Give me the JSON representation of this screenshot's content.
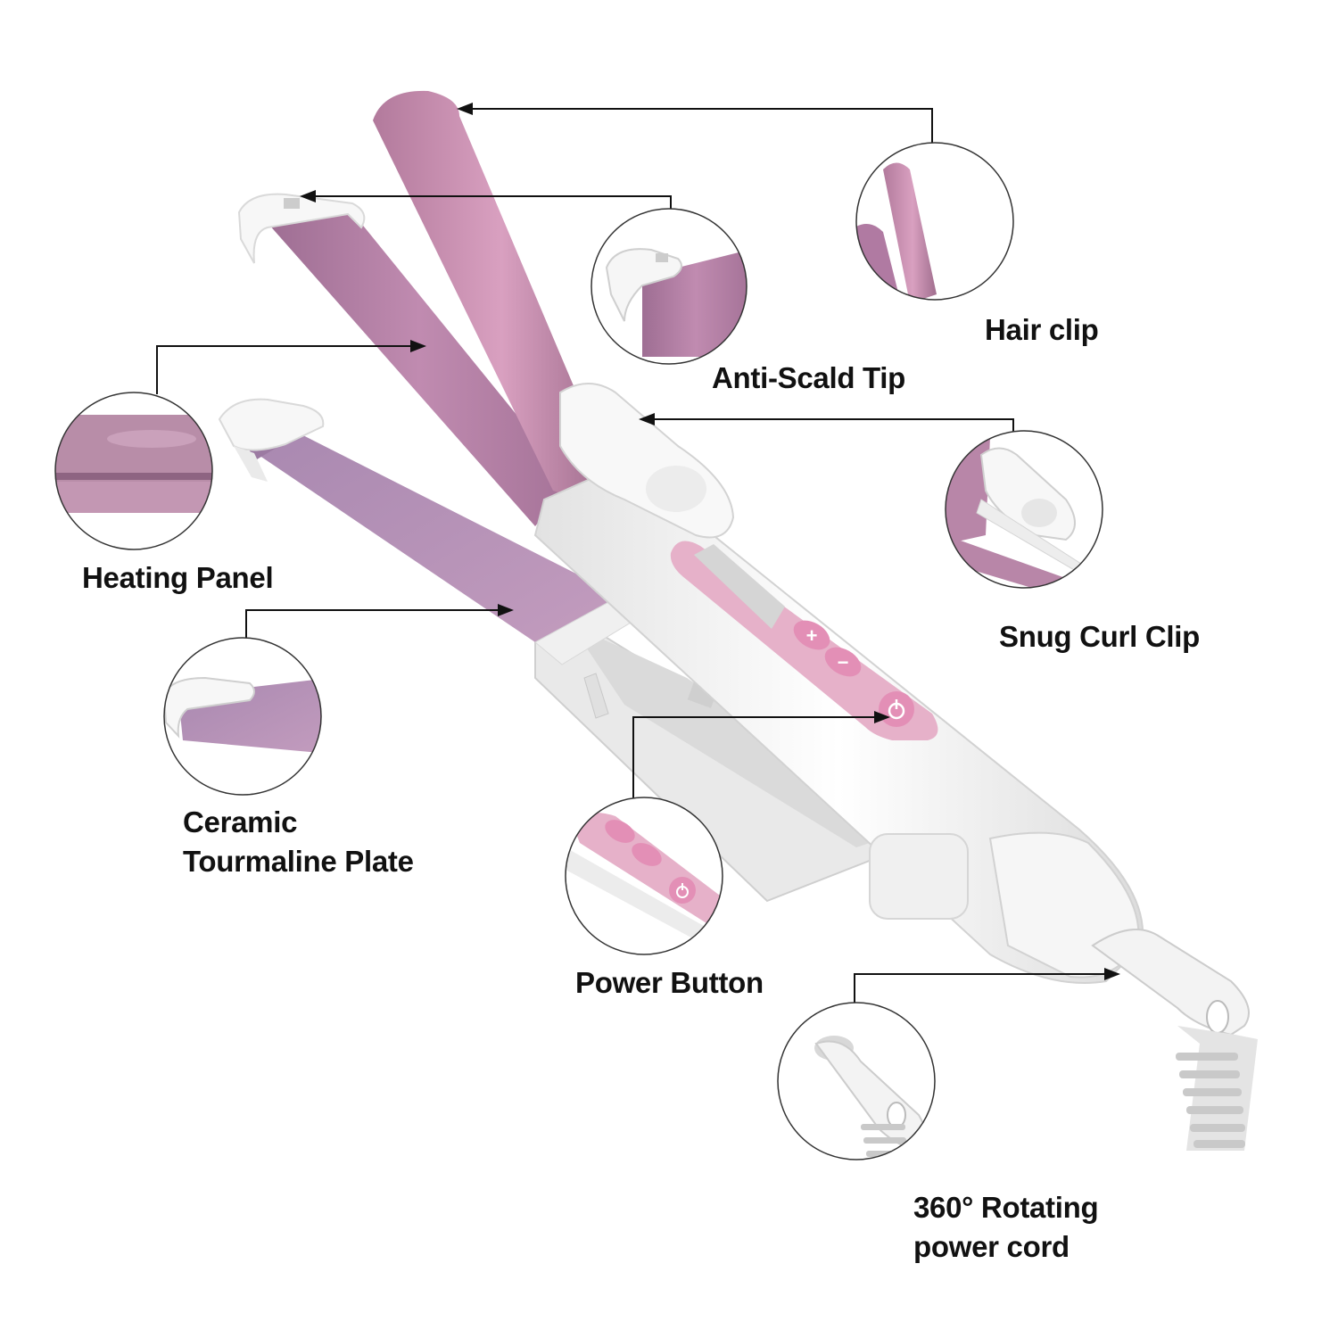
{
  "labels": {
    "hair_clip": "Hair clip",
    "anti_scald_tip": "Anti-Scald Tip",
    "heating_panel": "Heating Panel",
    "snug_curl_clip": "Snug Curl Clip",
    "ceramic_plate_line1": "Ceramic",
    "ceramic_plate_line2": "Tourmaline Plate",
    "power_button": "Power Button",
    "power_cord_line1": "360° Rotating",
    "power_cord_line2": "power cord"
  },
  "buttons": {
    "plus": "+",
    "minus": "−"
  },
  "colors": {
    "barrel_pink": "#c48aab",
    "plate_purple": "#b58db5",
    "accent_pink": "#e8a8c4",
    "body_white": "#f4f4f4",
    "callout_line": "#111111",
    "circle_outline": "#333333"
  }
}
